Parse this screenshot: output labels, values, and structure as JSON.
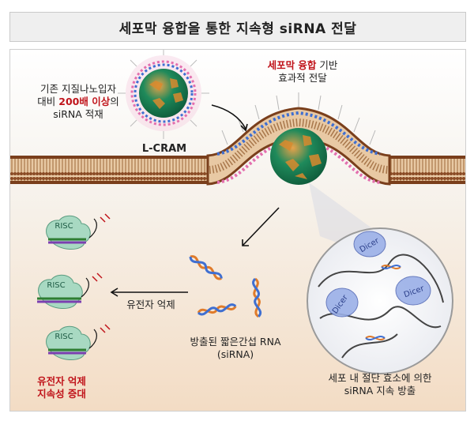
{
  "title": "세포막 융합을 통한 지속형 siRNA 전달",
  "left_note": {
    "line1": "기존 지질나노입자",
    "line2_prefix": "대비 ",
    "line2_highlight": "200배 이상",
    "line2_suffix": "의",
    "line3": "siRNA 적재"
  },
  "particle_label": "L-CRAM",
  "fusion_note": {
    "line1_highlight": "세포막 융합",
    "line1_suffix": " 기반",
    "line2": "효과적 전달"
  },
  "risc_label": "RISC",
  "silencing_label": "유전자 억제",
  "released_label": {
    "line1": "방출된 짧은간섭 RNA",
    "line2": "(siRNA)"
  },
  "sustained_label": {
    "line1": "유전자 억제",
    "line2": "지속성 증대"
  },
  "dicer_label": "Dicer",
  "inset_label": {
    "line1": "세포 내 절단 효소에 의한",
    "line2": "siRNA 지속 방출"
  },
  "colors": {
    "highlight": "#c0141b",
    "membrane_head": "#9b5a2e",
    "core_green": "#1f8a5b",
    "core_orange": "#d98a2e"
  }
}
